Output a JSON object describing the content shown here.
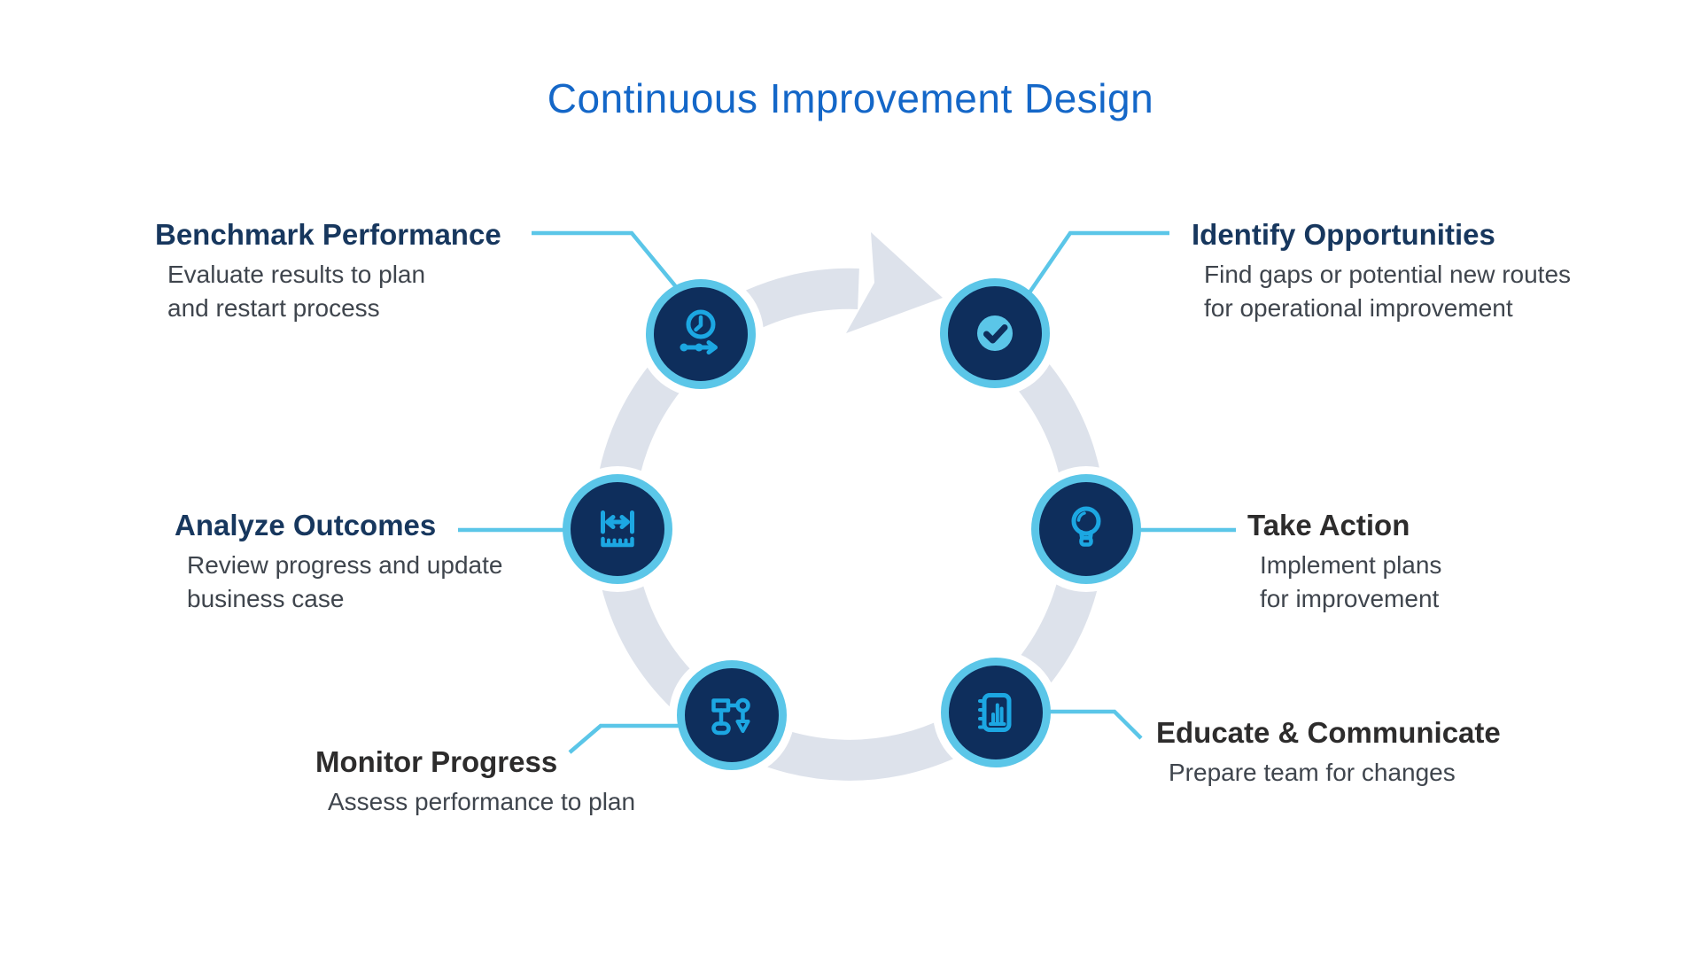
{
  "title": "Continuous Improvement Design",
  "colors": {
    "title_blue": "#1467C8",
    "heading_navy": "#17375E",
    "heading_dark": "#2D2C2C",
    "description_gray": "#3F454D",
    "node_fill_navy": "#0E2E5C",
    "node_ring_blue": "#5BC6E8",
    "icon_blue": "#1CA7E2",
    "cycle_band_gray": "#DDE2EB"
  },
  "steps": [
    {
      "heading": "Identify Opportunities",
      "description": "Find gaps or potential new routes\nfor operational improvement",
      "icon": "check-circle-icon"
    },
    {
      "heading": "Take Action",
      "description": "Implement plans\nfor improvement",
      "icon": "lightbulb-icon"
    },
    {
      "heading": "Educate & Communicate",
      "description": "Prepare team for changes",
      "icon": "notebook-chart-icon"
    },
    {
      "heading": "Monitor Progress",
      "description": "Assess performance to plan",
      "icon": "flowchart-icon"
    },
    {
      "heading": "Analyze Outcomes",
      "description": "Review progress and update\nbusiness case",
      "icon": "ruler-measure-icon"
    },
    {
      "heading": "Benchmark Performance",
      "description": "Evaluate results to plan\nand restart process",
      "icon": "clock-timeline-icon"
    }
  ]
}
